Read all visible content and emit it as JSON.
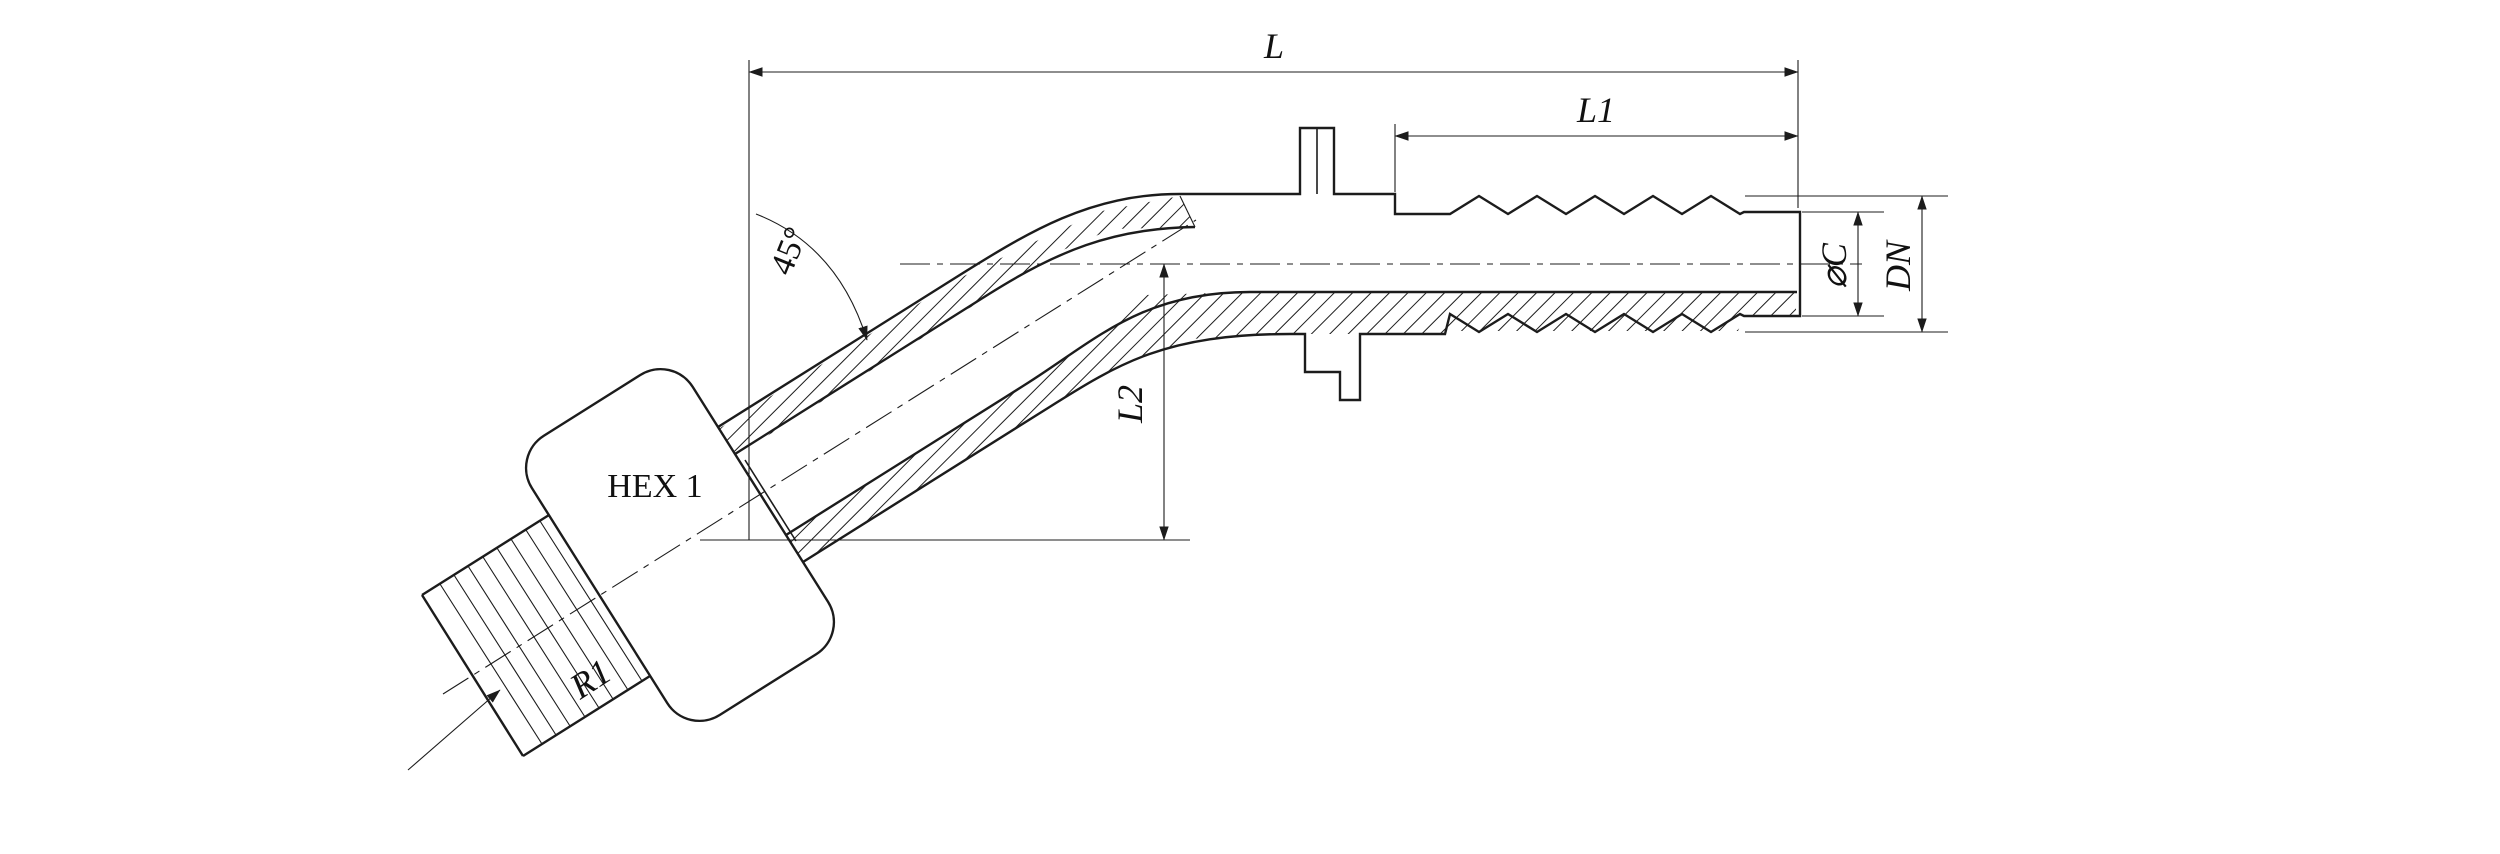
{
  "meta": {
    "drawing_type": "hydraulic-fitting-45-degree-elbow-section",
    "background_color": "#ffffff",
    "line_color": "#1c1c1c"
  },
  "labels": {
    "overall_length": "L",
    "tail_length": "L1",
    "elbow_drop": "L2",
    "angle": "45°",
    "hex_size": "HEX 1",
    "thread_size": "R1",
    "outer_diameter": "⌀C",
    "nominal_bore": "DN"
  }
}
